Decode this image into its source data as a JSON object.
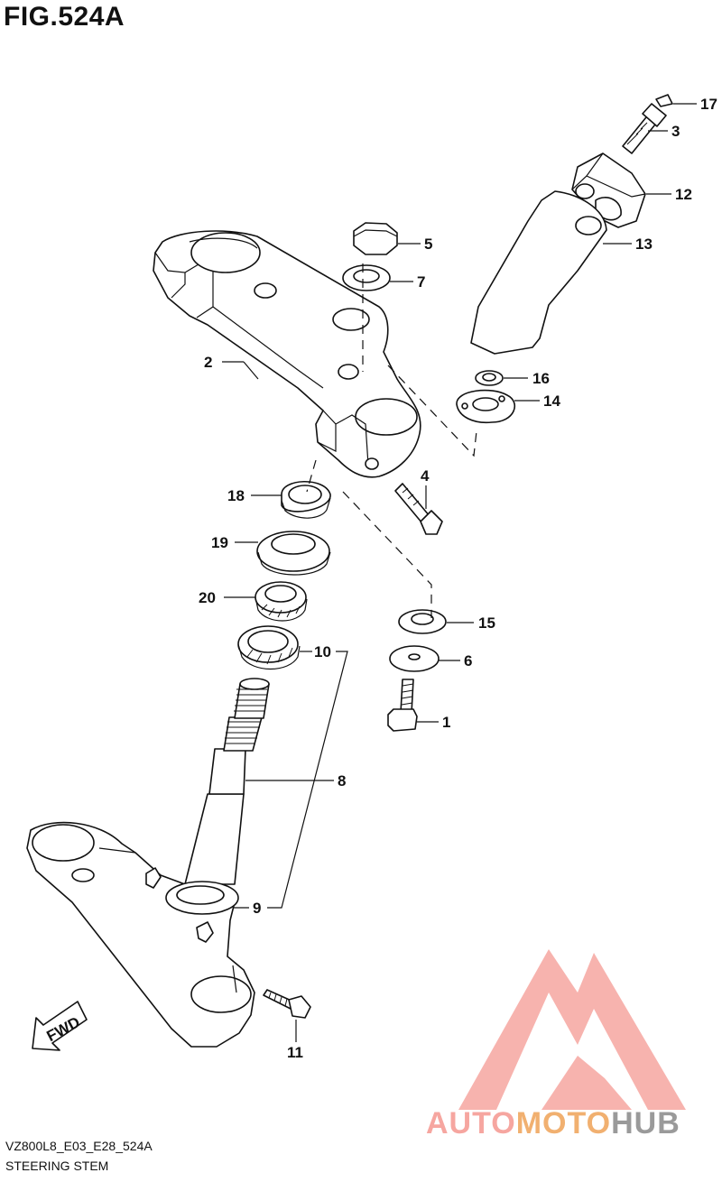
{
  "figure": {
    "title": "FIG.524A",
    "code": "VZ800L8_E03_E28_524A",
    "name": "STEERING STEM"
  },
  "direction_marker": {
    "label": "FWD",
    "icon": "fwd-arrow-icon"
  },
  "watermark": {
    "part1": "AUTO",
    "part2": "MOTO",
    "part3": "HUB",
    "colors": {
      "part1": "#f6a6a0",
      "part2": "#f1b070",
      "part3": "#9a9a9a"
    }
  },
  "callouts": [
    "17",
    "3",
    "12",
    "13",
    "5",
    "7",
    "2",
    "16",
    "14",
    "4",
    "18",
    "19",
    "20",
    "15",
    "10",
    "6",
    "1",
    "8",
    "9",
    "11"
  ]
}
